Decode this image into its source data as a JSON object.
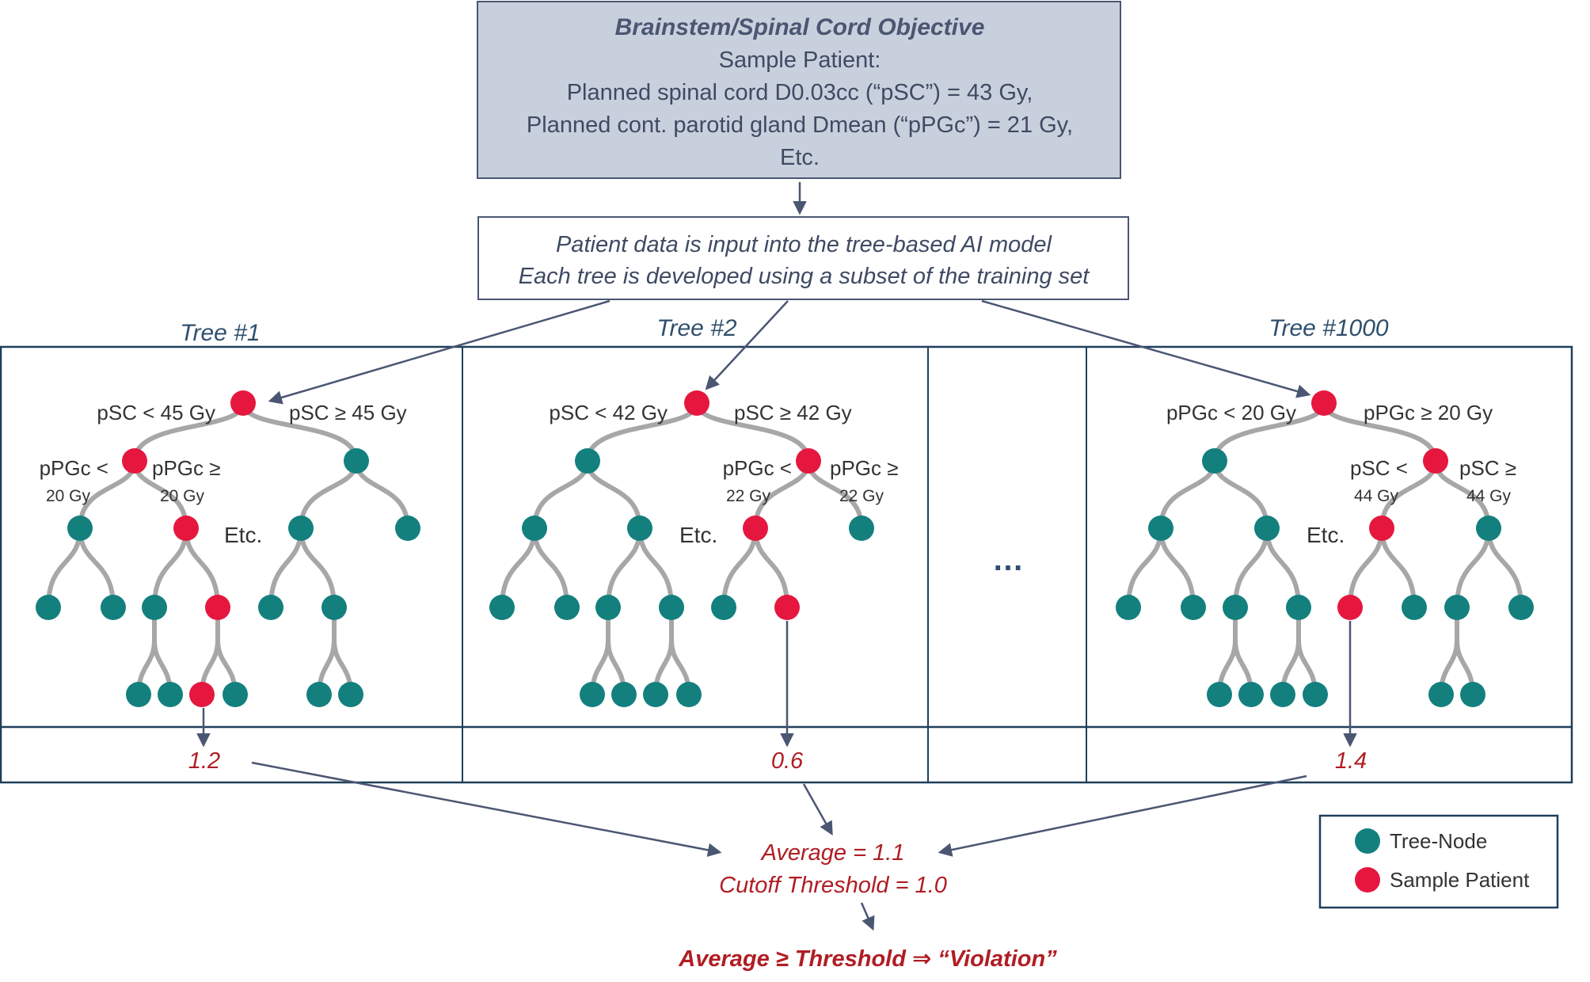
{
  "top_box": {
    "title": "Brainstem/Spinal Cord Objective",
    "lines": [
      "Sample Patient:",
      "Planned spinal cord D0.03cc (“pSC”) = 43 Gy,",
      "Planned cont. parotid gland Dmean (“pPGc”) = 21 Gy,",
      "Etc."
    ]
  },
  "info_box": {
    "lines": [
      "Patient data is input into the tree-based AI model",
      "Each tree is developed using a subset of the training set"
    ]
  },
  "trees": [
    {
      "label": "Tree #1",
      "root_left": "pSC < 45 Gy",
      "root_right": "pSC ≥ 45 Gy",
      "split_left_a": "pPGc <",
      "split_left_b": "20 Gy",
      "split_right_a": "pPGc ≥",
      "split_right_b": "20 Gy",
      "etc": "Etc.",
      "value": "1.2"
    },
    {
      "label": "Tree #2",
      "root_left": "pSC < 42 Gy",
      "root_right": "pSC ≥ 42 Gy",
      "split_left_a": "pPGc <",
      "split_left_b": "22 Gy",
      "split_right_a": "pPGc ≥",
      "split_right_b": "22 Gy",
      "etc": "Etc.",
      "value": "0.6"
    },
    {
      "label": "Tree #1000",
      "root_left": "pPGc < 20 Gy",
      "root_right": "pPGc ≥ 20 Gy",
      "split_left_a": "pSC <",
      "split_left_b": "44 Gy",
      "split_right_a": "pSC ≥",
      "split_right_b": "44 Gy",
      "etc": "Etc.",
      "value": "1.4"
    }
  ],
  "ellipsis": "…",
  "result": {
    "average": "Average = 1.1",
    "cutoff": "Cutoff Threshold = 1.0",
    "conclusion": "Average ≥ Threshold ⇒ “Violation”"
  },
  "legend": {
    "tree_node": "Tree-Node",
    "sample_patient": "Sample Patient"
  },
  "colors": {
    "tree_node": "#13807e",
    "sample_patient": "#e5173f",
    "box_fill": "#c9d0dd",
    "border": "#1f3f5a",
    "edge": "#a7a7a7",
    "arrow": "#4a5672",
    "result_text": "#b01d24"
  }
}
